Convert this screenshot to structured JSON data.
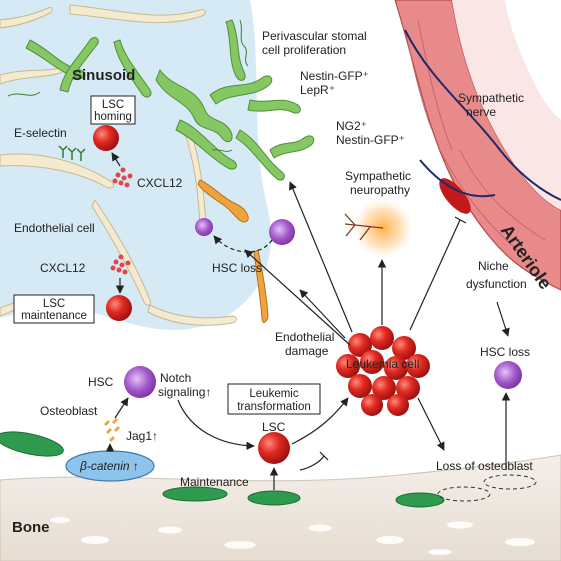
{
  "labels": {
    "sinusoid": "Sinusoid",
    "perivascular_line1": "Perivascular stomal",
    "perivascular_line2": "cell proliferation",
    "nestin_lepr_line1": "Nestin-GFP⁺",
    "nestin_lepr_line2": "LepR⁺",
    "ng2_line1": "NG2⁺",
    "ng2_line2": "Nestin-GFP⁺",
    "sympathetic_nerve_line1": "Sympathetic",
    "sympathetic_nerve_line2": "nerve",
    "sympathetic_neuropathy_line1": "Sympathetic",
    "sympathetic_neuropathy_line2": "neuropathy",
    "arteriole": "Arteriole",
    "lsc_homing_line1": "LSC",
    "lsc_homing_line2": "homing",
    "e_selectin": "E-selectin",
    "cxcl12_top": "CXCL12",
    "endothelial_cell": "Endothelial cell",
    "cxcl12_bottom": "CXCL12",
    "lsc_maintenance_line1": "LSC",
    "lsc_maintenance_line2": "maintenance",
    "hsc_loss_left": "HSC loss",
    "niche_dysfunction_line1": "Niche",
    "niche_dysfunction_line2": "dysfunction",
    "endothelial_damage_line1": "Endothelial",
    "endothelial_damage_line2": "damage",
    "leukemia_cell": "Leukemia cell",
    "hsc_loss_right": "HSC loss",
    "hsc": "HSC",
    "notch_line1": "Notch",
    "notch_line2": "signaling↑",
    "leukemic_line1": "Leukemic",
    "leukemic_line2": "transformation",
    "osteoblast": "Osteoblast",
    "jag1": "Jag1↑",
    "lsc": "LSC",
    "beta_catenin": "β-catenin ↑",
    "maintenance": "Maintenance",
    "loss_of_osteoblast": "Loss of osteoblast",
    "bone": "Bone"
  },
  "colors": {
    "sinusoid_fill": "#cfe6f5",
    "endothelial_cell": "#f3ead0",
    "stromal_green": "#7cc05a",
    "arteriole_wall": "#e88a8a",
    "nerve": "#1f2a6b",
    "lsc_red": "#d42020",
    "hsc_purple": "#9b4fc2",
    "osteoblast_green": "#2e9a4e",
    "beta_catenin_blue": "#7fb8e6",
    "bone_fill": "#f1ece6",
    "orange_cell": "#f0a33a"
  }
}
